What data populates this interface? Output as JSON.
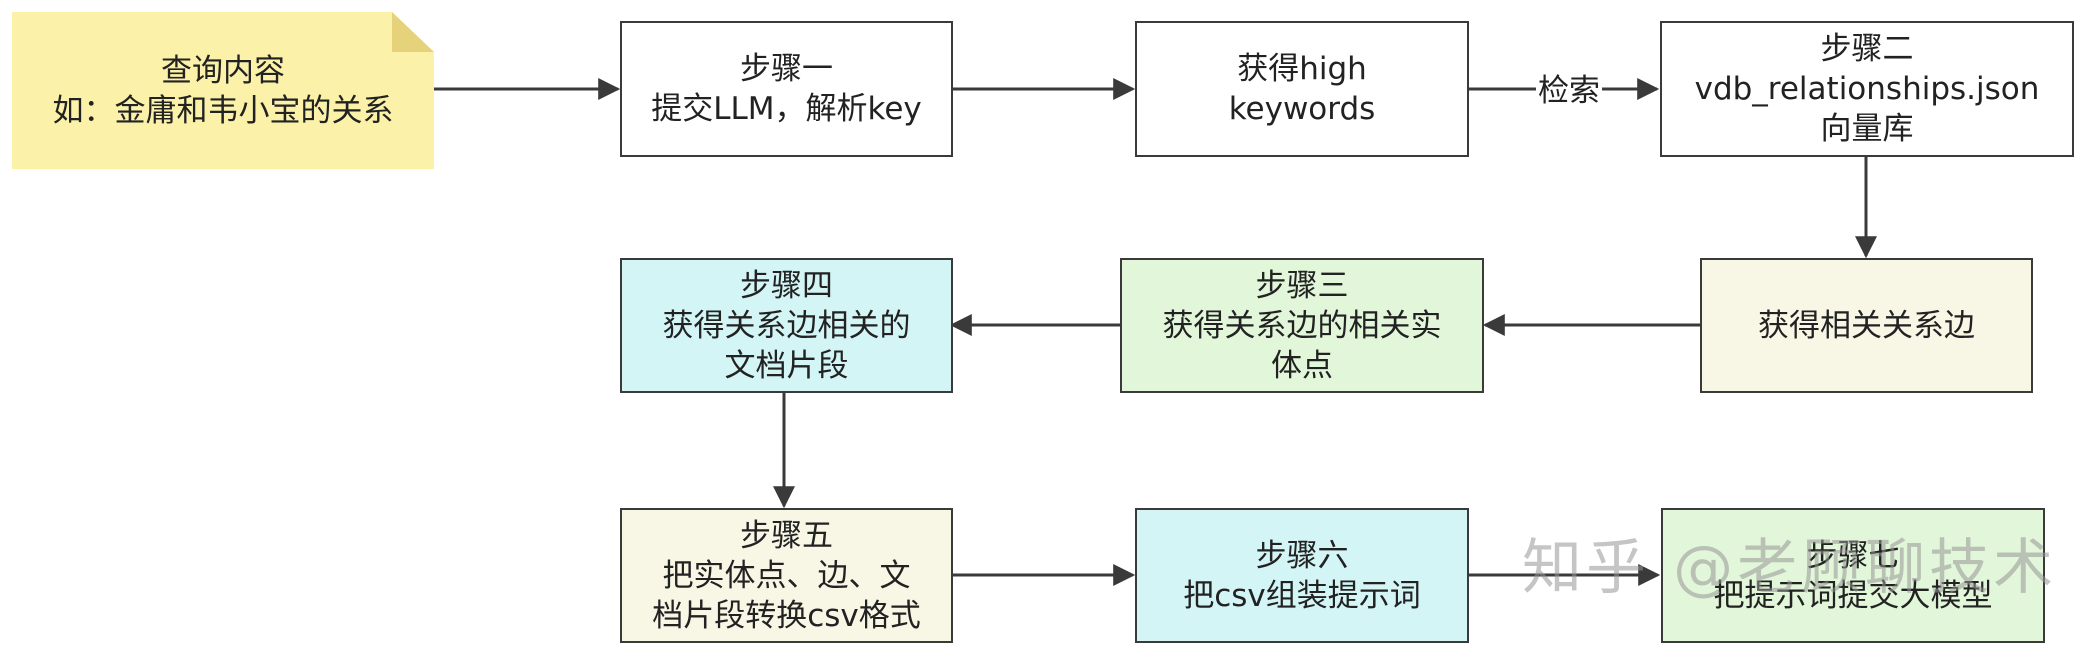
{
  "note": {
    "line1": "查询内容",
    "line2": "如：金庸和韦小宝的关系"
  },
  "step1": {
    "line1": "步骤一",
    "line2": "提交LLM，解析key"
  },
  "high_keywords": {
    "line1": "获得high",
    "line2": "keywords"
  },
  "edge_retrieve": {
    "label": "检索"
  },
  "step2": {
    "line1": "步骤二",
    "line2": "vdb_relationships.json",
    "line3": "向量库"
  },
  "related_edges": {
    "line1": "获得相关关系边"
  },
  "step3": {
    "line1": "步骤三",
    "line2": "获得关系边的相关实",
    "line3": "体点"
  },
  "step4": {
    "line1": "步骤四",
    "line2": "获得关系边相关的",
    "line3": "文档片段"
  },
  "step5": {
    "line1": "步骤五",
    "line2": "把实体点、边、文",
    "line3": "档片段转换csv格式"
  },
  "step6": {
    "line1": "步骤六",
    "line2": "把csv组装提示词"
  },
  "step7": {
    "line1": "步骤七",
    "line2": "把提示词提交大模型"
  },
  "watermark": {
    "text": "知乎 @老顾聊技术"
  },
  "colors": {
    "note_fill": "#fbf1a9",
    "white": "#ffffff",
    "green": "#e2f6da",
    "cyan": "#d3f5f6",
    "cream": "#f8f7e6",
    "border": "#3a3a3a"
  }
}
